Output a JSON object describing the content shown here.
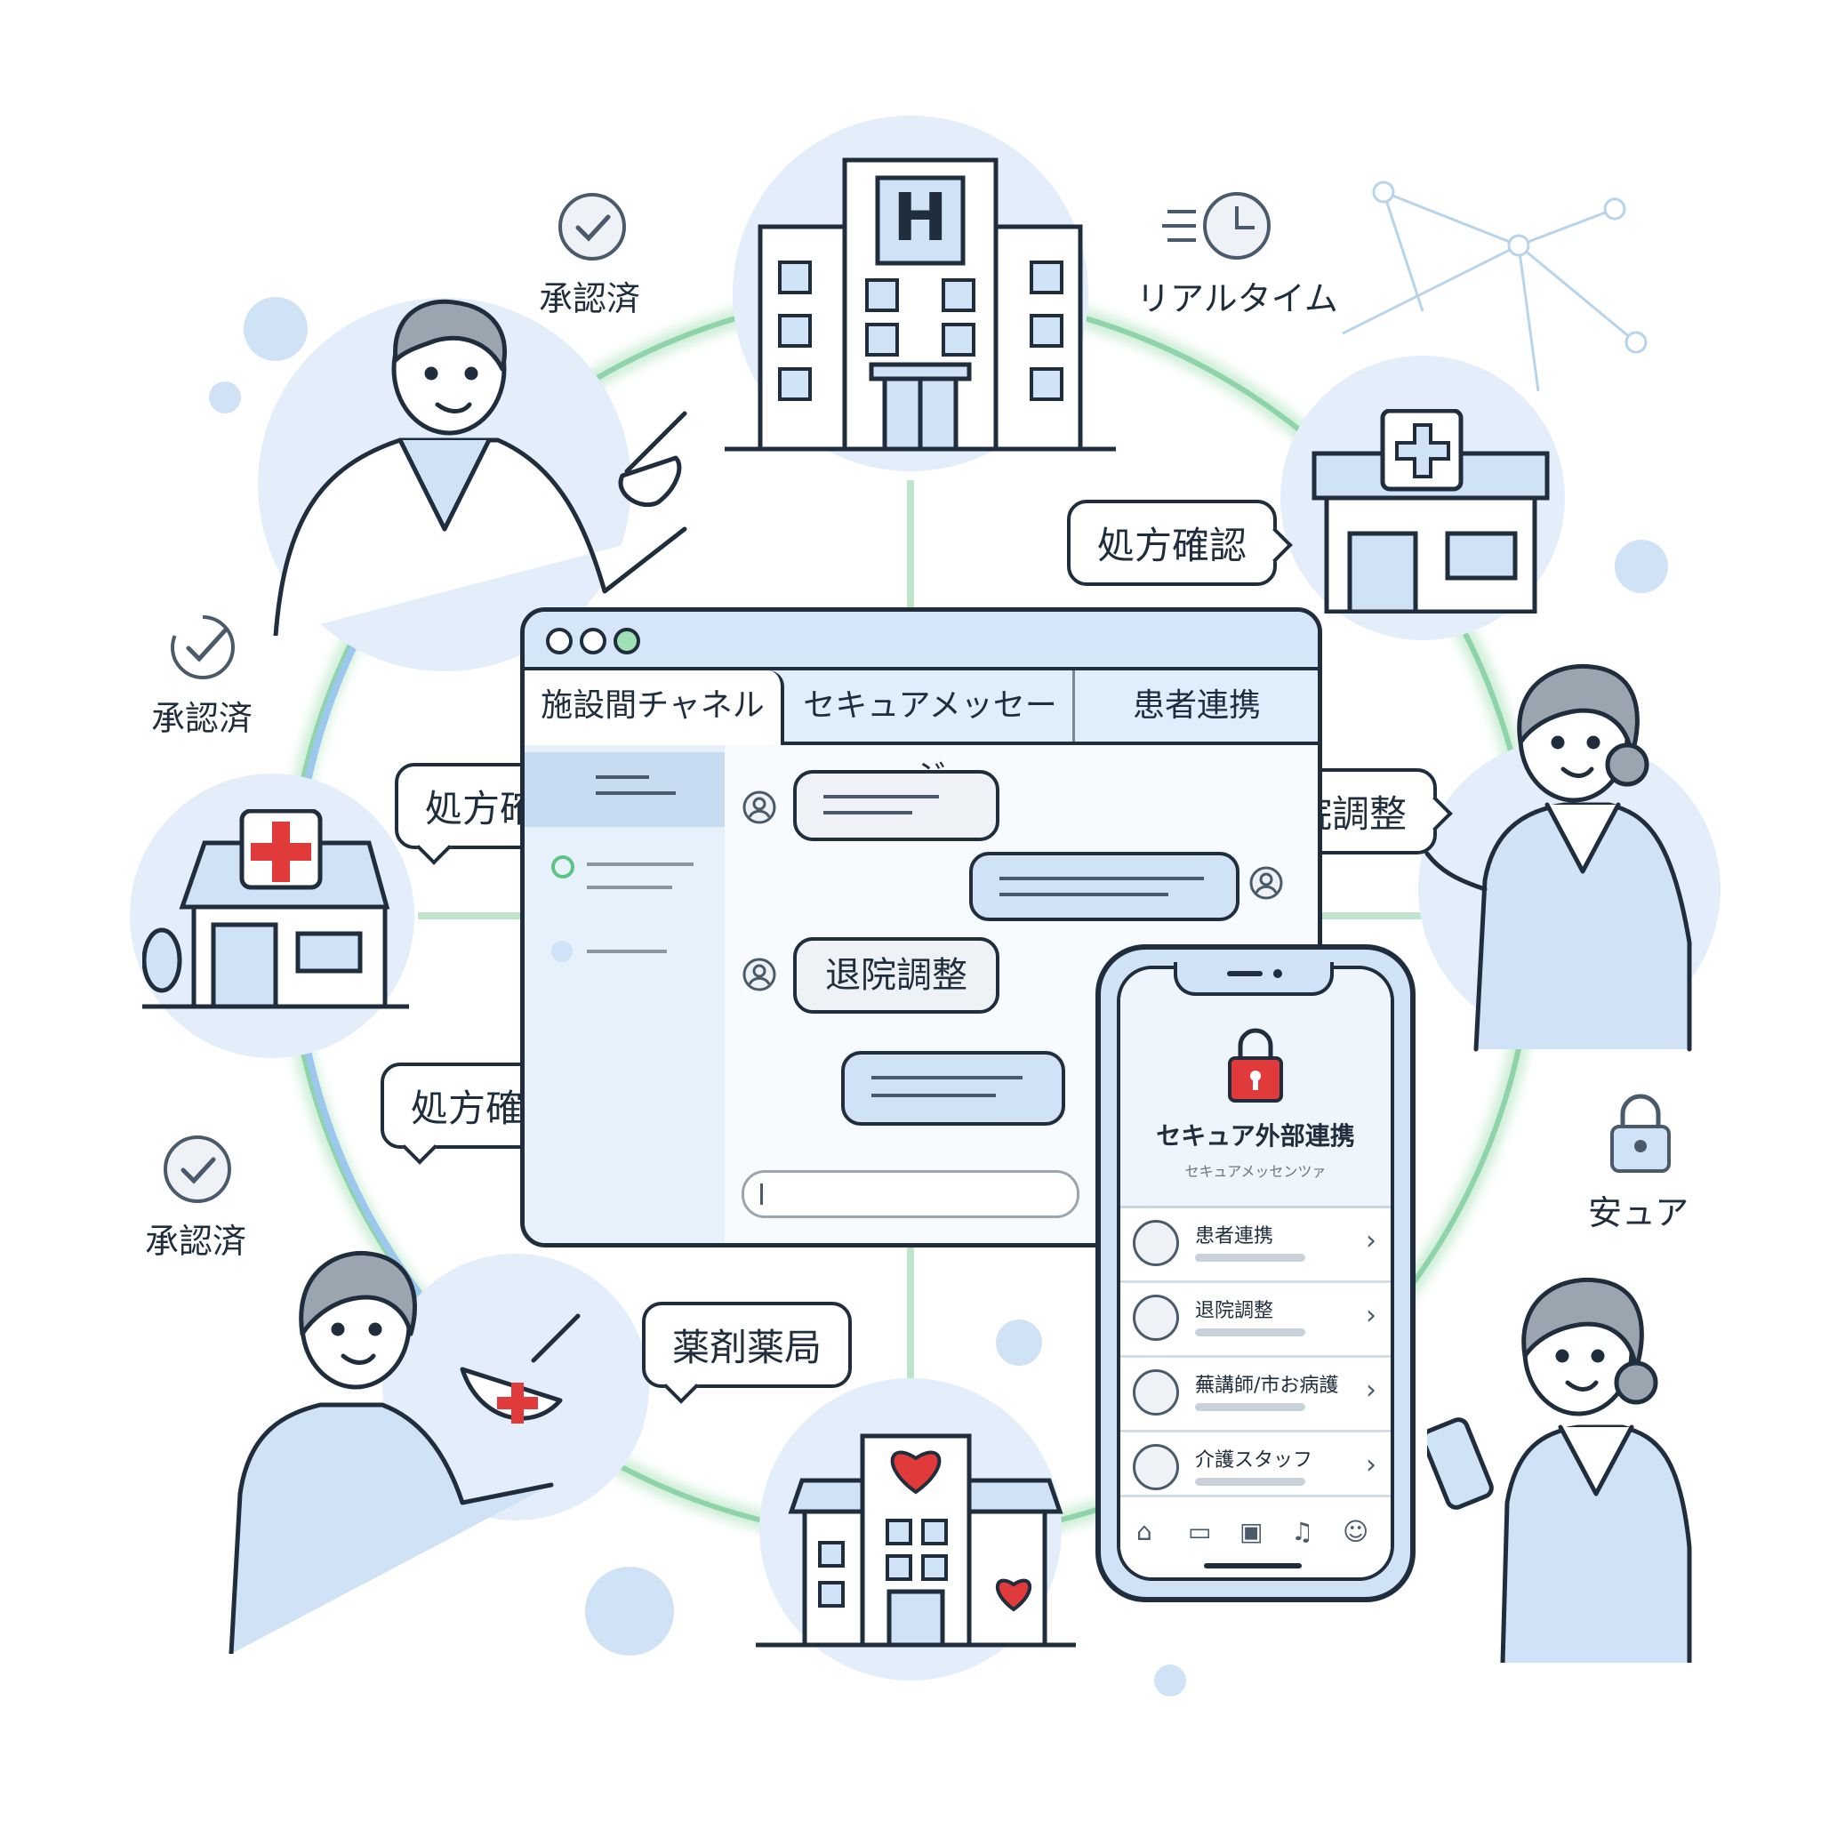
{
  "labels": {
    "approved": "承認済",
    "realtime": "リアルタイム",
    "secure": "安ュア"
  },
  "bubbles": {
    "prescription_check": "処方確認",
    "discharge_coordination": "退院調整",
    "pharmacy": "薬剤薬局"
  },
  "window": {
    "tabs": [
      "施設間チャネル",
      "セキュアメッセージ",
      "患者連携"
    ],
    "message_discharge": "退院調整"
  },
  "phone": {
    "title": "セキュア外部連携",
    "subtitle": "セキュアメッセンツァ",
    "contacts": [
      {
        "label": "患者連携",
        "icon": "person-icon"
      },
      {
        "label": "退院調整",
        "icon": "person-icon"
      },
      {
        "label": "蕪講師/市お病護",
        "icon": "building-icon"
      },
      {
        "label": "介護スタッフ",
        "icon": "caregiver-icon"
      }
    ],
    "nav_icons": [
      "home-icon",
      "chat-icon",
      "calendar-icon",
      "bell-icon",
      "profile-icon"
    ]
  },
  "colors": {
    "outline": "#1f2d3d",
    "light_blue": "#d4e6f7",
    "accent_red": "#e03a3a",
    "ring_green": "#7fd99a",
    "ring_blue": "#9cc8ee"
  }
}
